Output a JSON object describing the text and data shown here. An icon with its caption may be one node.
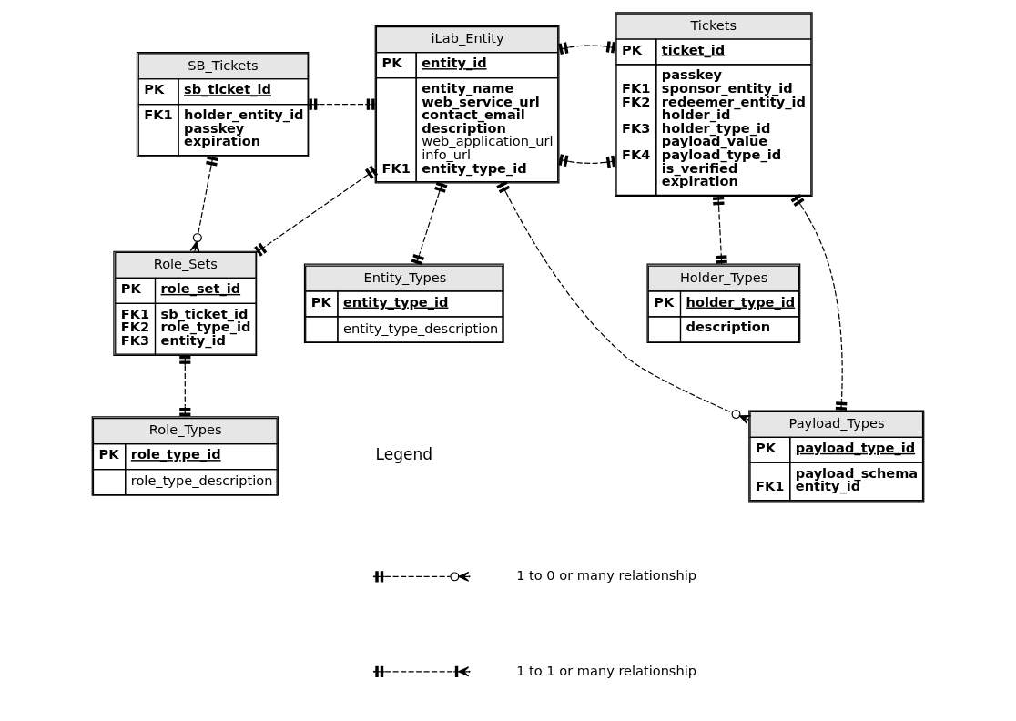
{
  "diagram": {
    "nodes": [
      {
        "text": [
          "SB_Tickets",
          "PK",
          "sb_ticket_id",
          "FK1",
          "holder_entity_id",
          "passkey",
          "expiration"
        ]
      },
      {
        "text": [
          "iLab_Entity",
          "PK",
          "entity_id",
          "entity_name",
          "web_service_url",
          "contact_email",
          "description",
          "web_application_url",
          "info_url",
          "FK1",
          "entity_type_id"
        ]
      },
      {
        "text": [
          "Tickets",
          "PK",
          "ticket_id",
          "passkey",
          "FK1",
          "sponsor_entity_id",
          "FK2",
          "redeemer_entity_id",
          "holder_id",
          "FK3",
          "holder_type_id",
          "payload_value",
          "FK4",
          "payload_type_id",
          "is_verified",
          "expiration"
        ]
      },
      {
        "text": [
          "Role_Sets",
          "PK",
          "role_set_id",
          "FK1",
          "sb_ticket_id",
          "FK2",
          "role_type_id",
          "FK3",
          "entity_id"
        ]
      },
      {
        "text": [
          "Entity_Types",
          "PK",
          "entity_type_id",
          "entity_type_description"
        ]
      },
      {
        "text": [
          "Holder_Types",
          "PK",
          "holder_type_id",
          "description"
        ]
      },
      {
        "text": [
          "Role_Types",
          "PK",
          "role_type_id",
          "role_type_description"
        ]
      },
      {
        "text": [
          "Payload_Types",
          "PK",
          "payload_type_id",
          "payload_schema",
          "FK1",
          "entity_id"
        ]
      }
    ],
    "edges": [
      {
        "from": 0,
        "to": 1,
        "arrow": "other",
        "style": "dashed"
      },
      {
        "from": 1,
        "to": 2,
        "arrow": "other",
        "style": "dashed"
      },
      {
        "from": 1,
        "to": 2,
        "arrow": "other",
        "style": "dashed"
      },
      {
        "from": 0,
        "to": 3,
        "arrow": "other",
        "style": "dashed"
      },
      {
        "from": 1,
        "to": 3,
        "arrow": "other",
        "style": "dashed"
      },
      {
        "from": 1,
        "to": 4,
        "arrow": "other",
        "style": "dashed"
      },
      {
        "from": 1,
        "to": 7,
        "arrow": "other",
        "style": "dashed"
      },
      {
        "from": 2,
        "to": 5,
        "arrow": "other",
        "style": "dashed"
      },
      {
        "from": 2,
        "to": 7,
        "arrow": "other",
        "style": "dashed"
      },
      {
        "from": 3,
        "to": 6,
        "arrow": "other",
        "style": "dashed"
      }
    ],
    "labels": [
      "Legend"
    ],
    "legend": [
      {
        "text": "1 to 0 or many relationship"
      },
      {
        "text": "1 to 1 or many relationship"
      }
    ]
  }
}
